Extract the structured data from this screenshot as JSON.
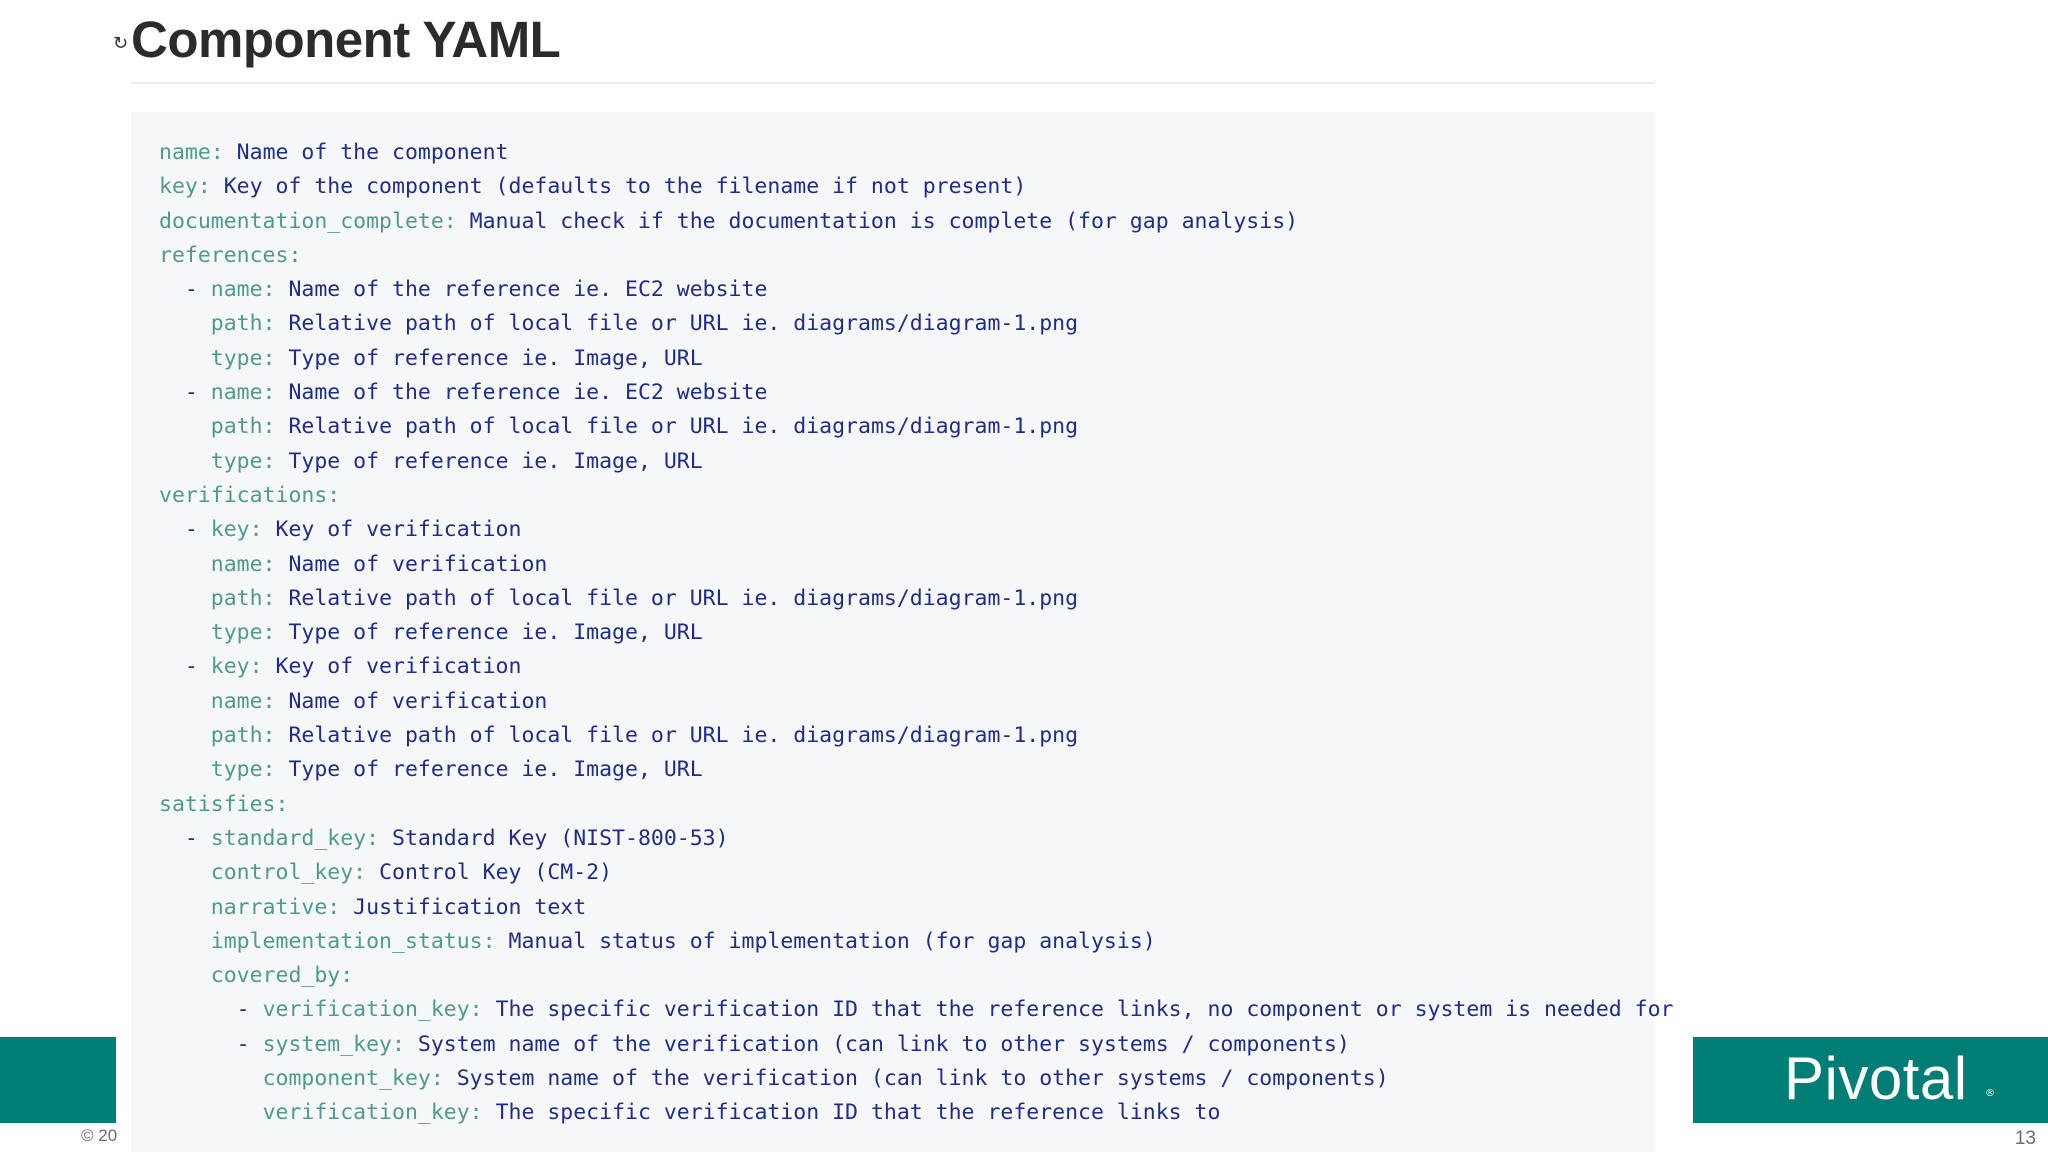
{
  "slide": {
    "title": "Component YAML",
    "cursor_glyph": "↻",
    "copyright": "© 20",
    "page_number": "13",
    "logo_text": "Pivotal",
    "logo_mark": "®",
    "colors": {
      "brand_teal": "#007e75",
      "yaml_key": "#4f9a8e",
      "yaml_value": "#1f2d8a",
      "code_background": "#f6f7f8"
    }
  },
  "code_lines": [
    {
      "indent": "",
      "key": "name:",
      "value": " Name of the component"
    },
    {
      "indent": "",
      "key": "key:",
      "value": " Key of the component (defaults to the filename if not present)"
    },
    {
      "indent": "",
      "key": "documentation_complete:",
      "value": " Manual check if the documentation is complete (for gap analysis)"
    },
    {
      "indent": "",
      "key": "references:",
      "value": ""
    },
    {
      "indent": "  - ",
      "key": "name:",
      "value": " Name of the reference ie. EC2 website"
    },
    {
      "indent": "    ",
      "key": "path:",
      "value": " Relative path of local file or URL ie. diagrams/diagram-1.png"
    },
    {
      "indent": "    ",
      "key": "type:",
      "value": " Type of reference ie. Image, URL"
    },
    {
      "indent": "  - ",
      "key": "name:",
      "value": " Name of the reference ie. EC2 website"
    },
    {
      "indent": "    ",
      "key": "path:",
      "value": " Relative path of local file or URL ie. diagrams/diagram-1.png"
    },
    {
      "indent": "    ",
      "key": "type:",
      "value": " Type of reference ie. Image, URL"
    },
    {
      "indent": "",
      "key": "verifications:",
      "value": ""
    },
    {
      "indent": "  - ",
      "key": "key:",
      "value": " Key of verification"
    },
    {
      "indent": "    ",
      "key": "name:",
      "value": " Name of verification"
    },
    {
      "indent": "    ",
      "key": "path:",
      "value": " Relative path of local file or URL ie. diagrams/diagram-1.png"
    },
    {
      "indent": "    ",
      "key": "type:",
      "value": " Type of reference ie. Image, URL"
    },
    {
      "indent": "  - ",
      "key": "key:",
      "value": " Key of verification"
    },
    {
      "indent": "    ",
      "key": "name:",
      "value": " Name of verification"
    },
    {
      "indent": "    ",
      "key": "path:",
      "value": " Relative path of local file or URL ie. diagrams/diagram-1.png"
    },
    {
      "indent": "    ",
      "key": "type:",
      "value": " Type of reference ie. Image, URL"
    },
    {
      "indent": "",
      "key": "satisfies:",
      "value": ""
    },
    {
      "indent": "  - ",
      "key": "standard_key:",
      "value": " Standard Key (NIST-800-53)"
    },
    {
      "indent": "    ",
      "key": "control_key:",
      "value": " Control Key (CM-2)"
    },
    {
      "indent": "    ",
      "key": "narrative:",
      "value": " Justification text"
    },
    {
      "indent": "    ",
      "key": "implementation_status:",
      "value": " Manual status of implementation (for gap analysis)"
    },
    {
      "indent": "    ",
      "key": "covered_by:",
      "value": ""
    },
    {
      "indent": "      - ",
      "key": "verification_key:",
      "value": " The specific verification ID that the reference links, no component or system is needed for"
    },
    {
      "indent": "      - ",
      "key": "system_key:",
      "value": " System name of the verification (can link to other systems / components)"
    },
    {
      "indent": "        ",
      "key": "component_key:",
      "value": " System name of the verification (can link to other systems / components)"
    },
    {
      "indent": "        ",
      "key": "verification_key:",
      "value": " The specific verification ID that the reference links to"
    }
  ]
}
